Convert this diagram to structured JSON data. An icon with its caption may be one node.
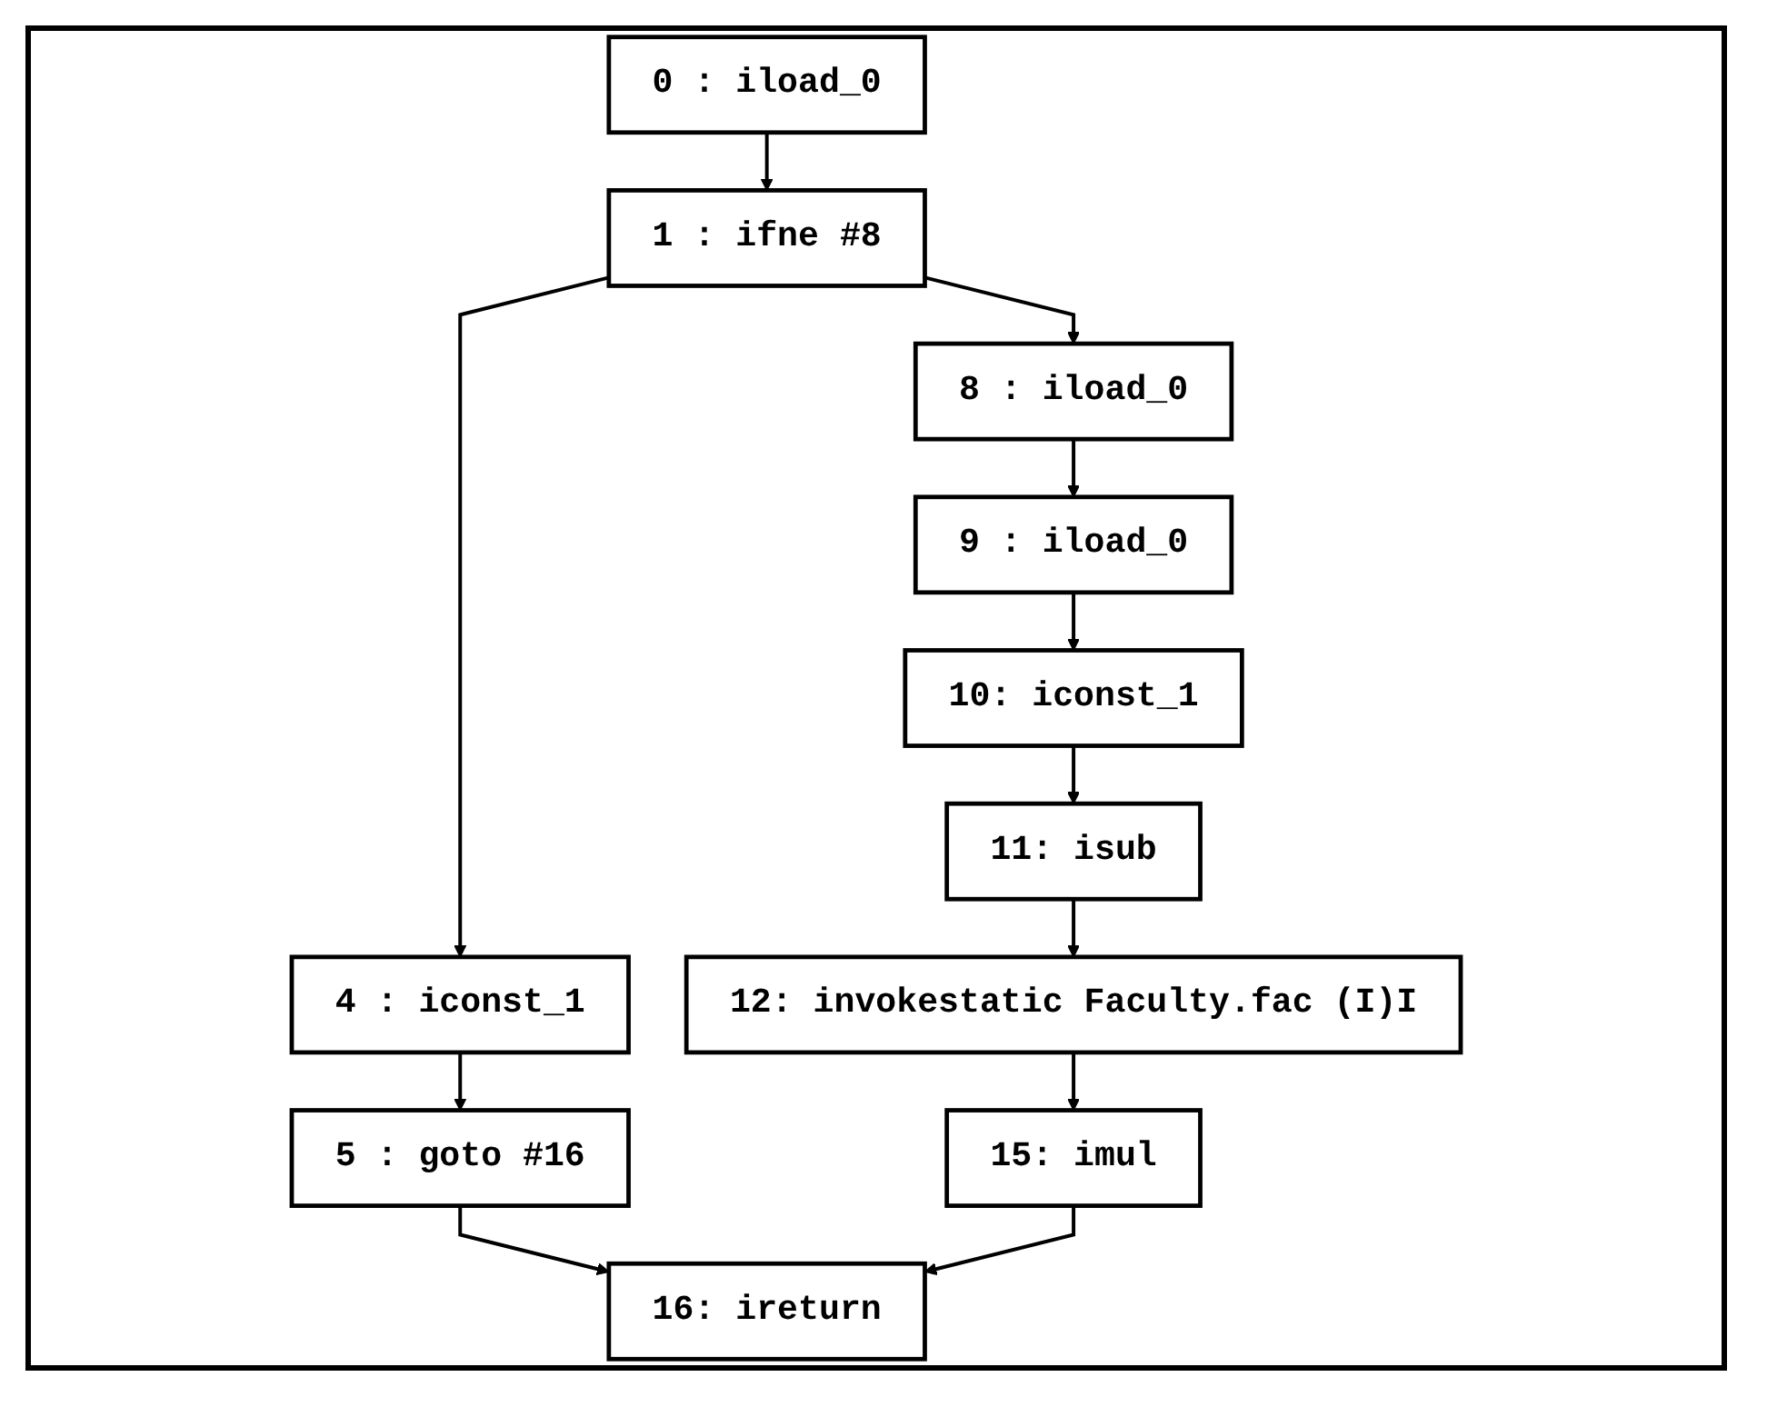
{
  "diagram": {
    "nodes": [
      {
        "text": [
          "0 : iload_0"
        ]
      },
      {
        "text": [
          "1 : ifne #8"
        ]
      },
      {
        "text": [
          "4 : iconst_1"
        ]
      },
      {
        "text": [
          "5 : goto #16"
        ]
      },
      {
        "text": [
          "16: ireturn"
        ]
      },
      {
        "text": [
          "8 : iload_0"
        ]
      },
      {
        "text": [
          "9 : iload_0"
        ]
      },
      {
        "text": [
          "10: iconst_1"
        ]
      },
      {
        "text": [
          "11: isub"
        ]
      },
      {
        "text": [
          "12: invokestatic Faculty.fac (I)I"
        ]
      },
      {
        "text": [
          "15: imul"
        ]
      }
    ],
    "edges": [
      {
        "from": 0,
        "to": 1,
        "arrow": "to"
      },
      {
        "from": 1,
        "to": 5,
        "arrow": "to"
      },
      {
        "from": 1,
        "to": 2,
        "arrow": "to"
      },
      {
        "from": 2,
        "to": 3,
        "arrow": "to"
      },
      {
        "from": 3,
        "to": 4,
        "arrow": "to"
      },
      {
        "from": 5,
        "to": 6,
        "arrow": "to"
      },
      {
        "from": 6,
        "to": 7,
        "arrow": "to"
      },
      {
        "from": 7,
        "to": 8,
        "arrow": "to"
      },
      {
        "from": 8,
        "to": 9,
        "arrow": "to"
      },
      {
        "from": 9,
        "to": 10,
        "arrow": "to"
      },
      {
        "from": 10,
        "to": 4,
        "arrow": "to"
      }
    ]
  }
}
